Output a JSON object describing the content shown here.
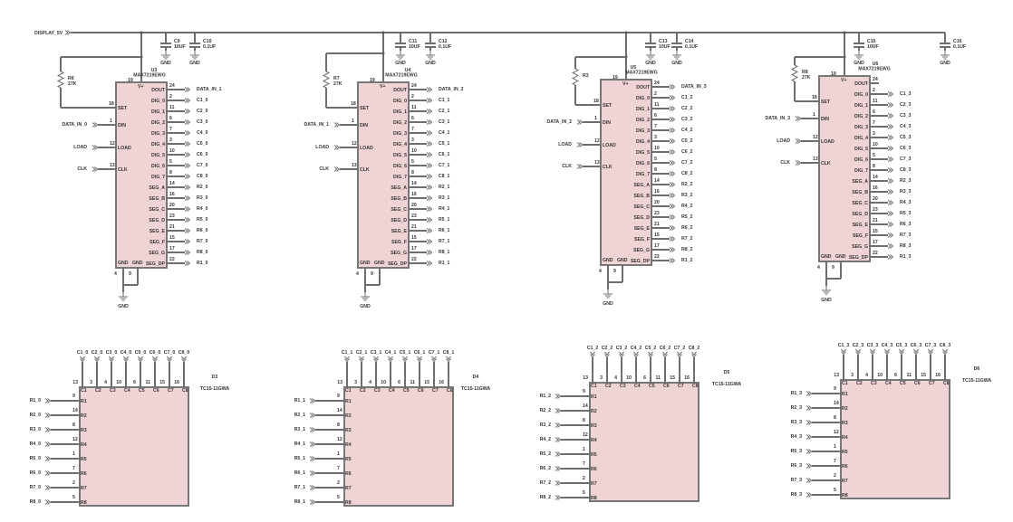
{
  "power_net": "DISPLAY_5V",
  "gnd_label": "GND",
  "ic_pins": {
    "power": {
      "name": "V+",
      "num": "19"
    },
    "set": {
      "name": "SET",
      "num": "18"
    },
    "inputs": [
      {
        "name": "DIN",
        "num": "1"
      },
      {
        "name": "LOAD",
        "num": "12"
      },
      {
        "name": "CLK",
        "num": "13"
      }
    ],
    "outputs": [
      {
        "name": "DOUT",
        "num": "24"
      },
      {
        "name": "DIG_0",
        "num": "2"
      },
      {
        "name": "DIG_1",
        "num": "11"
      },
      {
        "name": "DIG_2",
        "num": "6"
      },
      {
        "name": "DIG_3",
        "num": "7"
      },
      {
        "name": "DIG_4",
        "num": "3"
      },
      {
        "name": "DIG_5",
        "num": "10"
      },
      {
        "name": "DIG_6",
        "num": "5"
      },
      {
        "name": "DIG_7",
        "num": "8"
      },
      {
        "name": "SEG_A",
        "num": "14"
      },
      {
        "name": "SEG_B",
        "num": "16"
      },
      {
        "name": "SEG_C",
        "num": "20"
      },
      {
        "name": "SEG_D",
        "num": "23"
      },
      {
        "name": "SEG_E",
        "num": "21"
      },
      {
        "name": "SEG_F",
        "num": "15"
      },
      {
        "name": "SEG_G",
        "num": "17"
      },
      {
        "name": "SEG_DP",
        "num": "22"
      }
    ],
    "gnd": [
      {
        "name": "GND",
        "num": "4"
      },
      {
        "name": "GND",
        "num": "9"
      }
    ]
  },
  "ic_blocks": [
    {
      "ref": "U3",
      "part": "MAX7219EWG",
      "resistor": {
        "ref": "R6",
        "value": "27K"
      },
      "caps": [
        {
          "ref": "C9",
          "value": "10UF"
        },
        {
          "ref": "C10",
          "value": "0.1UF"
        }
      ],
      "input_nets": [
        "DATA_IN_0",
        "LOAD",
        "CLK"
      ],
      "output_nets": [
        "DATA_IN_1",
        "C1_0",
        "C2_0",
        "C3_0",
        "C4_0",
        "C5_0",
        "C6_0",
        "C7_0",
        "C8_0",
        "R2_0",
        "R3_0",
        "R4_0",
        "R5_0",
        "R6_0",
        "R7_0",
        "R8_0",
        "R1_0"
      ]
    },
    {
      "ref": "U4",
      "part": "MAX7219EWG",
      "resistor": {
        "ref": "R7",
        "value": "27K"
      },
      "caps": [
        {
          "ref": "C11",
          "value": "10UF"
        },
        {
          "ref": "C12",
          "value": "0.1UF"
        }
      ],
      "input_nets": [
        "DATA_IN_1",
        "LOAD",
        "CLK"
      ],
      "output_nets": [
        "DATA_IN_2",
        "C1_1",
        "C2_1",
        "C3_1",
        "C4_1",
        "C5_1",
        "C6_1",
        "C7_1",
        "C8_1",
        "R2_1",
        "R3_1",
        "R4_1",
        "R5_1",
        "R6_1",
        "R7_1",
        "R8_1",
        "R1_1"
      ]
    },
    {
      "ref": "U5",
      "part": "MAX7219EWG",
      "resistor": {
        "ref": "R3",
        "value": ""
      },
      "caps": [
        {
          "ref": "C13",
          "value": "10UF"
        },
        {
          "ref": "C14",
          "value": "0.1UF"
        }
      ],
      "input_nets": [
        "DATA_IN_2",
        "LOAD",
        "CLK"
      ],
      "output_nets": [
        "DATA_IN_3",
        "C1_2",
        "C2_2",
        "C3_2",
        "C4_2",
        "C5_2",
        "C6_2",
        "C7_2",
        "C8_2",
        "R2_2",
        "R3_2",
        "R4_2",
        "R5_2",
        "R6_2",
        "R7_2",
        "R8_2",
        "R1_2"
      ]
    },
    {
      "ref": "U6",
      "part": "MAX7219EWG",
      "resistor": {
        "ref": "R8",
        "value": "27K"
      },
      "caps": [
        {
          "ref": "C15",
          "value": "10UF"
        },
        {
          "ref": "C16",
          "value": "0.1UF"
        }
      ],
      "input_nets": [
        "DATA_IN_3",
        "LOAD",
        "CLK"
      ],
      "output_nets": [
        "",
        "C1_3",
        "C2_3",
        "C3_3",
        "C4_3",
        "C5_3",
        "C6_3",
        "C7_3",
        "C8_3",
        "R2_3",
        "R3_3",
        "R4_3",
        "R5_3",
        "R6_3",
        "R7_3",
        "R8_3",
        "R1_3"
      ]
    }
  ],
  "display_pins": {
    "columns": [
      {
        "name": "C1",
        "num": "13"
      },
      {
        "name": "C2",
        "num": "3"
      },
      {
        "name": "C3",
        "num": "4"
      },
      {
        "name": "C4",
        "num": "10"
      },
      {
        "name": "C5",
        "num": "6"
      },
      {
        "name": "C6",
        "num": "11"
      },
      {
        "name": "C7",
        "num": "15"
      },
      {
        "name": "C8",
        "num": "16"
      }
    ],
    "rows": [
      {
        "name": "R1",
        "num": "9"
      },
      {
        "name": "R2",
        "num": "14"
      },
      {
        "name": "R3",
        "num": "8"
      },
      {
        "name": "R4",
        "num": "12"
      },
      {
        "name": "R5",
        "num": "1"
      },
      {
        "name": "R6",
        "num": "7"
      },
      {
        "name": "R7",
        "num": "2"
      },
      {
        "name": "R8",
        "num": "5"
      }
    ]
  },
  "display_blocks": [
    {
      "ref": "D3",
      "part": "TC15-11GWA",
      "col_nets": [
        "C1_0",
        "C2_0",
        "C3_0",
        "C4_0",
        "C5_0",
        "C6_0",
        "C7_0",
        "C8_0"
      ],
      "row_nets": [
        "R1_0",
        "R2_0",
        "R3_0",
        "R4_0",
        "R5_0",
        "R6_0",
        "R7_0",
        "R8_0"
      ]
    },
    {
      "ref": "D4",
      "part": "TC15-11GWA",
      "col_nets": [
        "C1_1",
        "C2_1",
        "C3_1",
        "C4_1",
        "C5_1",
        "C6_1",
        "C7_1",
        "C8_1"
      ],
      "row_nets": [
        "R1_1",
        "R2_1",
        "R3_1",
        "R4_1",
        "R5_1",
        "R6_1",
        "R7_1",
        "R8_1"
      ]
    },
    {
      "ref": "D5",
      "part": "TC15-11GWA",
      "col_nets": [
        "C1_2",
        "C2_2",
        "C3_2",
        "C4_2",
        "C5_2",
        "C6_2",
        "C7_2",
        "C8_2"
      ],
      "row_nets": [
        "R1_2",
        "R2_2",
        "R3_2",
        "R4_2",
        "R5_2",
        "R6_2",
        "R7_2",
        "R8_2"
      ]
    },
    {
      "ref": "D6",
      "part": "TC15-11GWA",
      "col_nets": [
        "C1_3",
        "C2_3",
        "C3_3",
        "C4_3",
        "C5_3",
        "C6_3",
        "C7_3",
        "C8_3"
      ],
      "row_nets": [
        "R1_3",
        "R2_3",
        "R3_3",
        "R4_3",
        "R5_3",
        "R6_3",
        "R7_3",
        "R8_3"
      ]
    }
  ],
  "colors": {
    "wire": "#6e6e6e",
    "component_fill": "#f0d4d5",
    "text": "#333333"
  }
}
